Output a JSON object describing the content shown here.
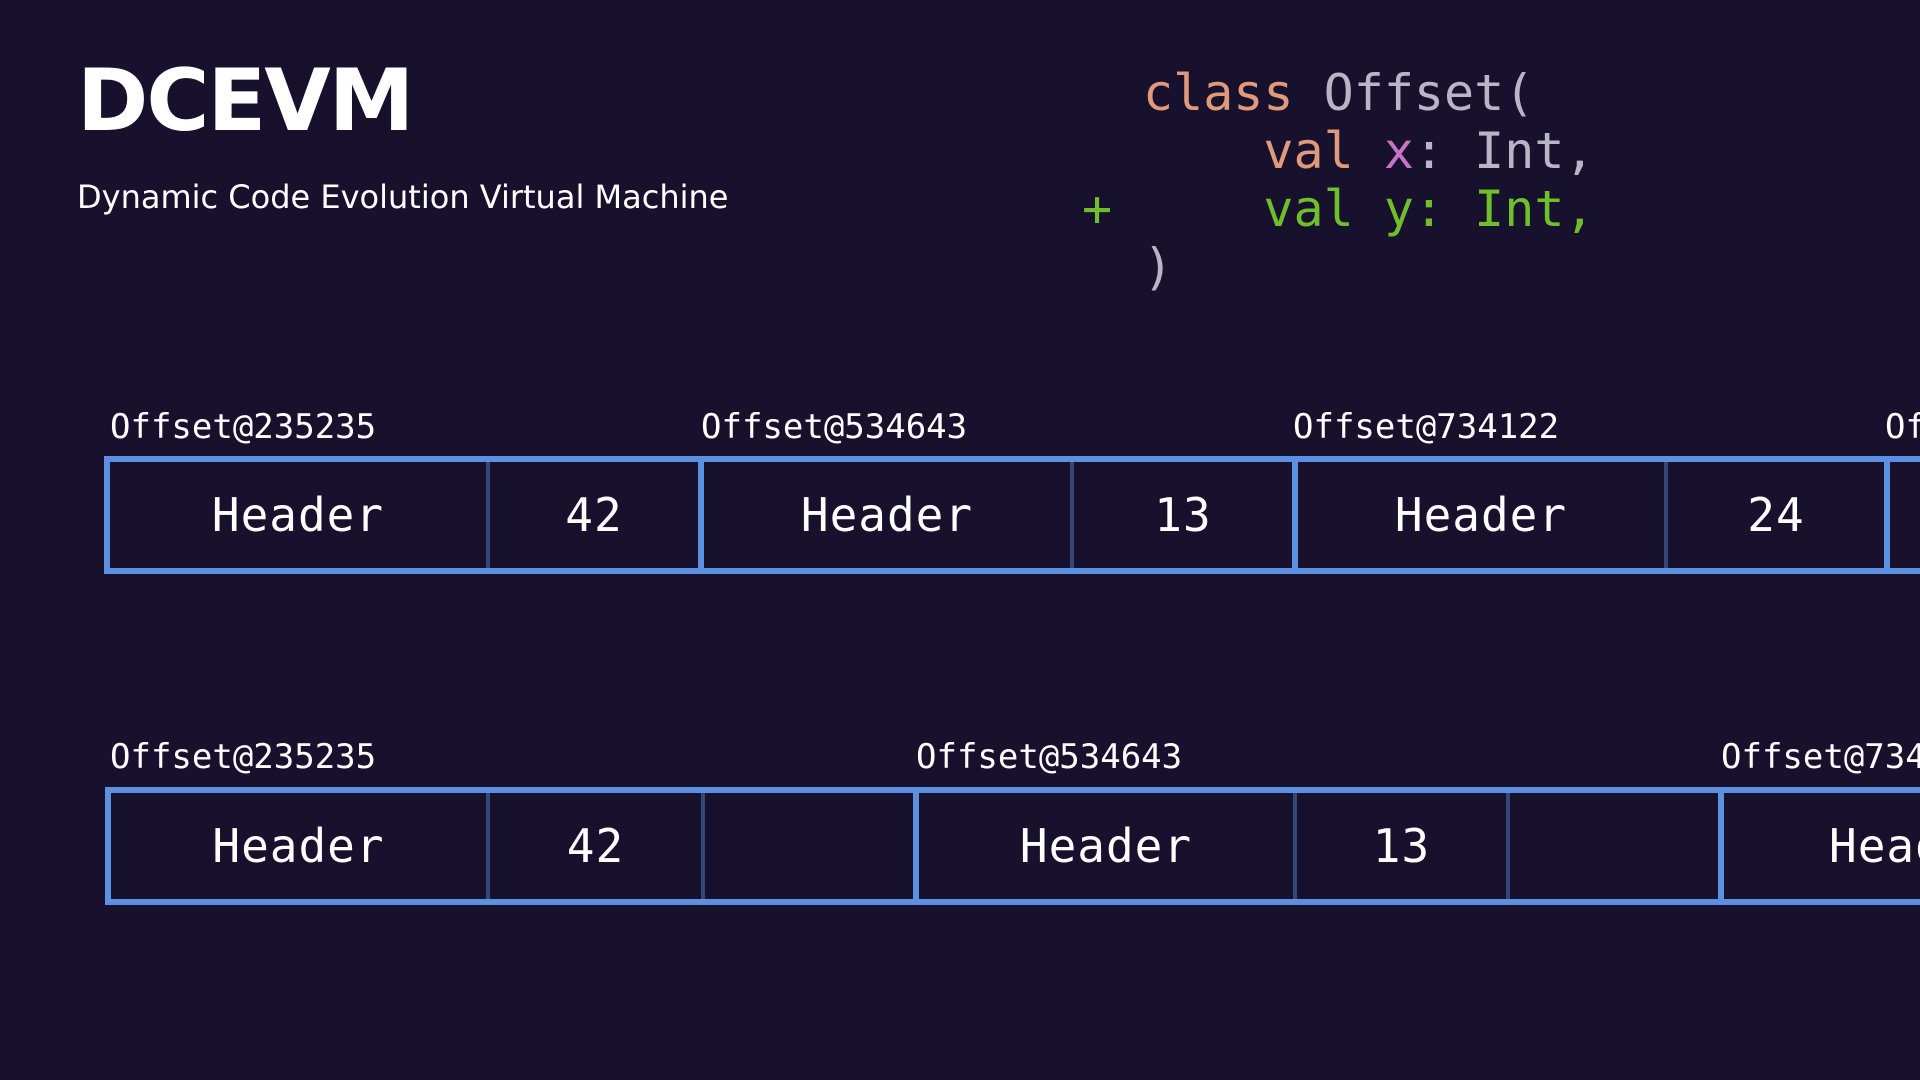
{
  "slide": {
    "title": "DCEVM",
    "subtitle": "Dynamic Code Evolution Virtual Machine"
  },
  "code": {
    "line1": {
      "keyword": "class",
      "name": " Offset("
    },
    "line2": {
      "keyword": "val",
      "prop": " x",
      "rest": ": Int,"
    },
    "line3": {
      "marker": "+",
      "text": "val y: Int,"
    },
    "line4": {
      "text": ")"
    }
  },
  "colors": {
    "background": "#18112d",
    "object_border": "#5b91e0",
    "field_divider": "#34467a",
    "keyword": "#e09a7a",
    "identifier": "#b8b6c6",
    "property_x": "#c873c8",
    "added_line": "#6fbf2a"
  },
  "before_layout": {
    "objects": [
      {
        "label": "Offset@235235",
        "header": "Header",
        "x": "42"
      },
      {
        "label": "Offset@534643",
        "header": "Header",
        "x": "13"
      },
      {
        "label": "Offset@734122",
        "header": "Header",
        "x": "24"
      },
      {
        "label": "Of"
      }
    ]
  },
  "after_layout": {
    "objects": [
      {
        "label": "Offset@235235",
        "header": "Header",
        "x": "42",
        "y": ""
      },
      {
        "label": "Offset@534643",
        "header": "Header",
        "x": "13",
        "y": ""
      },
      {
        "label": "Offset@734",
        "header": "Head"
      }
    ]
  }
}
